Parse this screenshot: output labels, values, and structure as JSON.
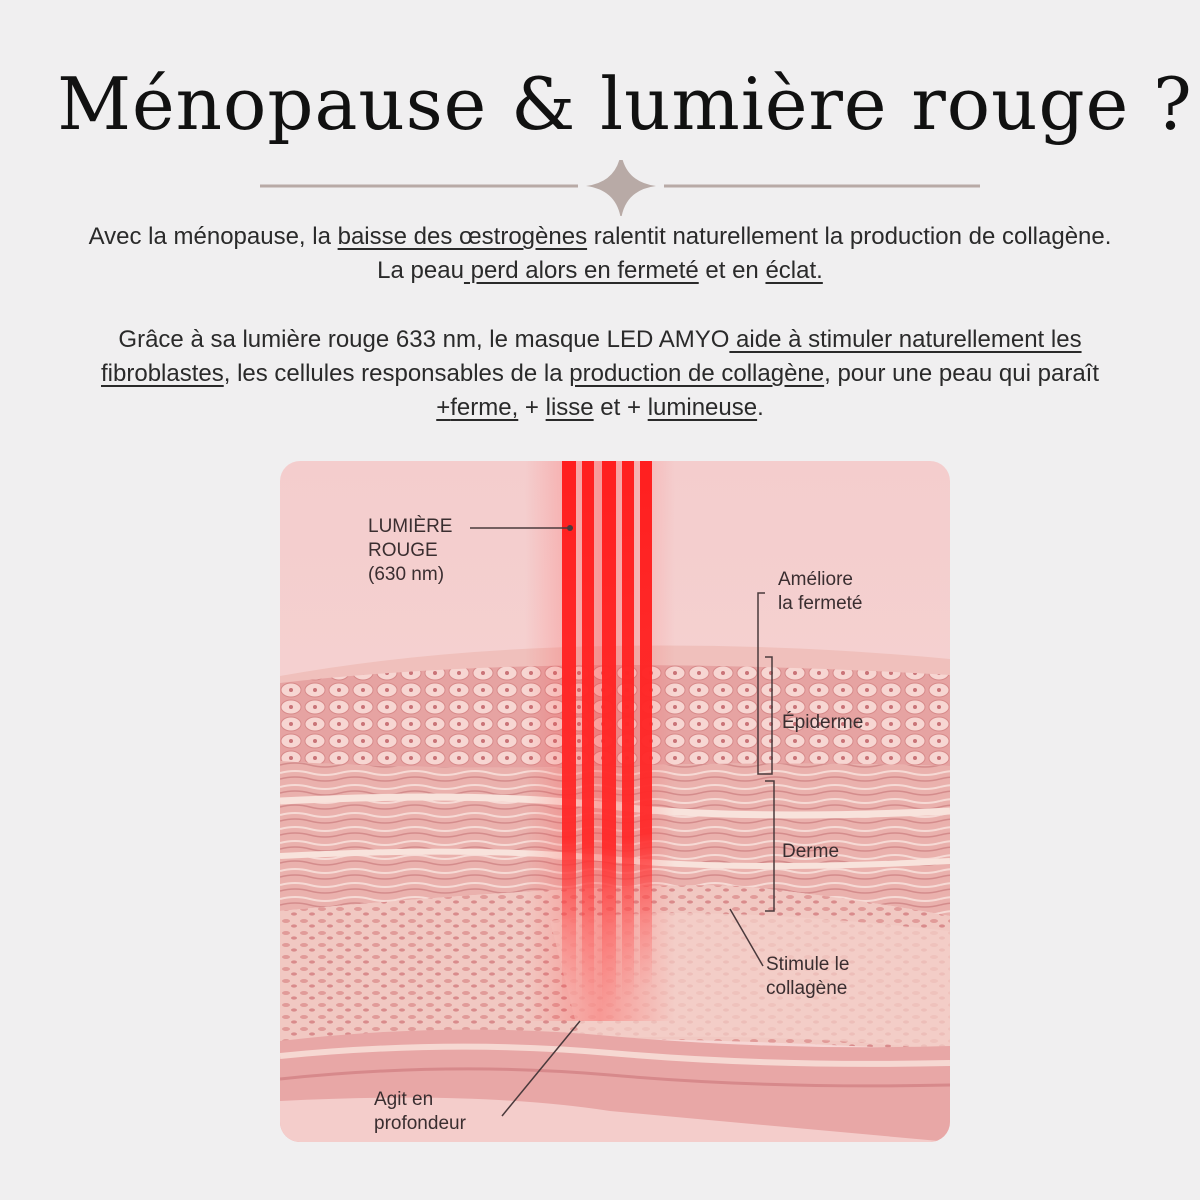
{
  "title": "Ménopause & lumière rouge ?",
  "colors": {
    "background": "#f0eff0",
    "divider": "#b8aaa6",
    "light_beam": "#ff2a2a",
    "skin_base": "#f2c4c4"
  },
  "icons": {
    "divider_ornament": "four-point-star-icon"
  },
  "paragraph1": {
    "t1": "Avec la ménopause, la ",
    "u1": "baisse des œstrogènes",
    "t2": " ralentit naturellement la production de collagène. La peau",
    "u2": " perd alors en fermeté",
    "t3": " et en ",
    "u3": "éclat."
  },
  "paragraph2": {
    "t1": "Grâce à sa lumière rouge 633 nm, le masque LED AMYO",
    "u1": " aide à stimuler naturellement les fibroblastes",
    "t2": ", les cellules responsables de la ",
    "u2": "production de collagène",
    "t3": ", pour une peau qui paraît",
    "u3": " +",
    "u4": "ferme,",
    "t4": " + ",
    "u5": "lisse",
    "t5": " et + ",
    "u6": "lumineuse",
    "t6": "."
  },
  "illustration": {
    "labels": {
      "light": "LUMIÈRE\nROUGE\n(630 nm)",
      "firmness": "Améliore\nla fermeté",
      "epidermis": "Épiderme",
      "dermis": "Derme",
      "collagen": "Stimule le\ncollagène",
      "depth": "Agit en\nprofondeur"
    }
  }
}
